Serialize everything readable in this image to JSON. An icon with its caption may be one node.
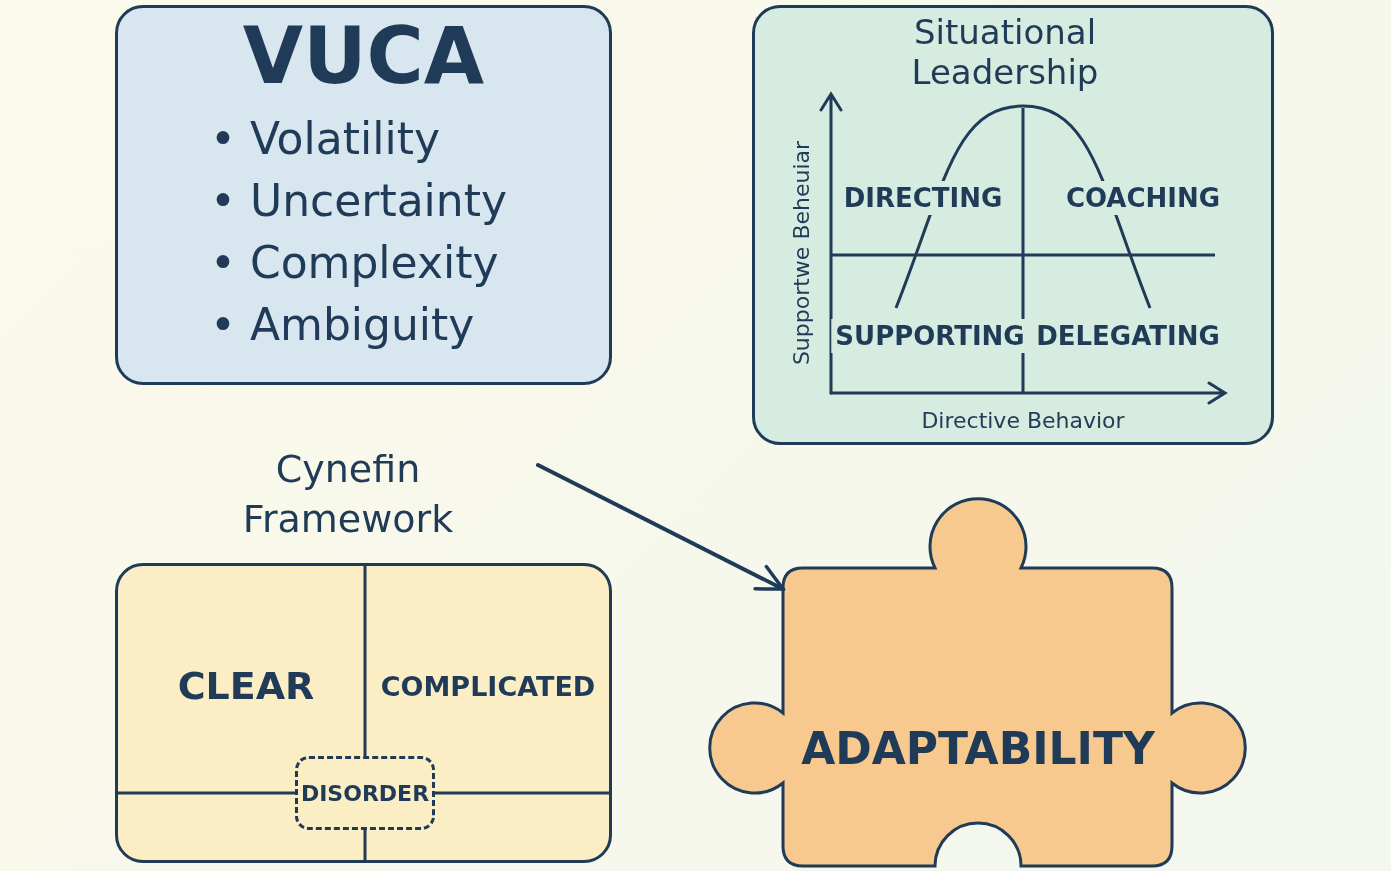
{
  "diagram": {
    "nodes": [
      {
        "text": [
          "VUCA",
          "• Volatility",
          "• Uncertainty",
          "• Complexity",
          "• Ambiguity"
        ]
      },
      {
        "text": [
          "Situational Leadership"
        ]
      },
      {
        "text": [
          "DIRECTING"
        ],
        "in": 1
      },
      {
        "text": [
          "COACHING"
        ],
        "in": 1
      },
      {
        "text": [
          "SUPPORTING"
        ],
        "in": 1
      },
      {
        "text": [
          "DELEGATING"
        ],
        "in": 1
      },
      {
        "text": [
          "Cynefin Framework"
        ]
      },
      {
        "text": [
          "CLEAR"
        ],
        "in": 6
      },
      {
        "text": [
          "COMPLICATED"
        ],
        "in": 6
      },
      {
        "text": [
          "DISORDER"
        ],
        "in": 6
      },
      {
        "text": [
          "ADAPTABILITY"
        ]
      }
    ],
    "edges": [
      {
        "from": null,
        "to": 10,
        "arrow": "to"
      }
    ],
    "labels": [
      "Supportwe Beheuiar",
      "Directive Behavior"
    ]
  }
}
